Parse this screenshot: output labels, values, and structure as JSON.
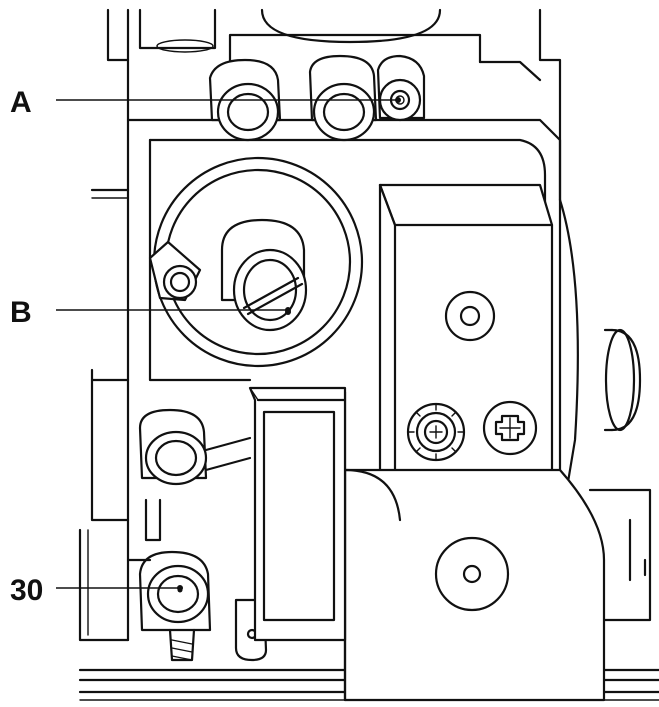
{
  "callouts": [
    {
      "id": "A",
      "label": "A"
    },
    {
      "id": "B",
      "label": "B"
    },
    {
      "id": "30",
      "label": "30"
    }
  ],
  "colors": {
    "line": "#111111",
    "background": "#ffffff"
  }
}
